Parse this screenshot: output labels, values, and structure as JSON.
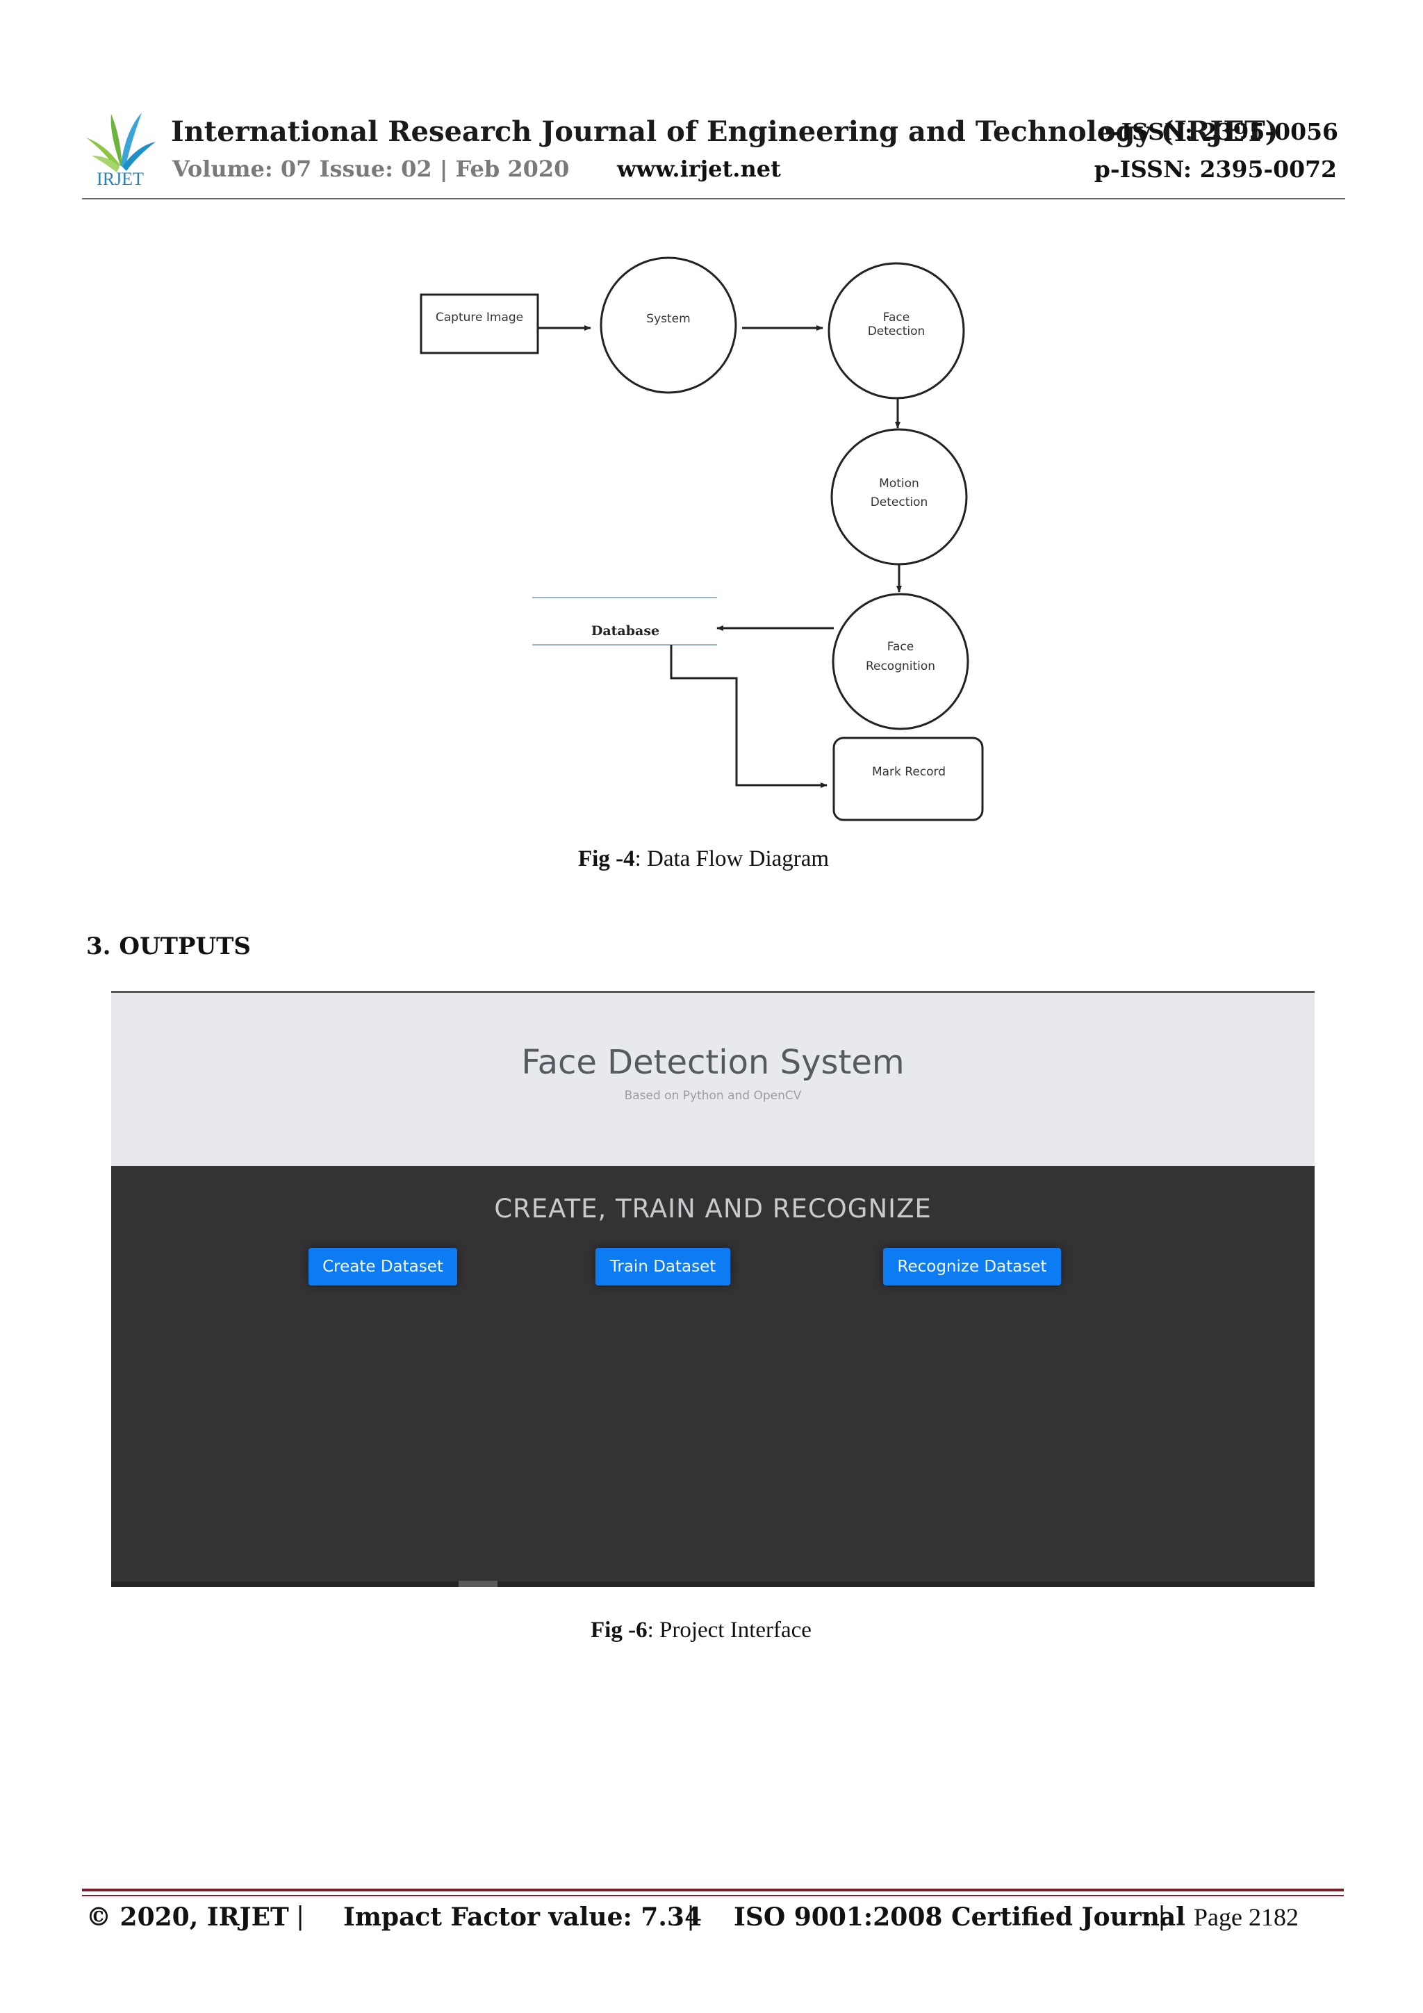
{
  "header": {
    "journal_title": "International Research Journal of Engineering and Technology (IRJET)",
    "e_issn": "e-ISSN: 2395-0056",
    "volume": "Volume: 07 Issue: 02 | Feb 2020",
    "website": "www.irjet.net",
    "p_issn": "p-ISSN: 2395-0072",
    "logo_text": "IRJET"
  },
  "diagram": {
    "capture_image": "Capture Image",
    "system": "System",
    "face_detection_1": "Face",
    "face_detection_2": "Detection",
    "motion_detection_1": "Motion",
    "motion_detection_2": "Detection",
    "face_recognition_1": "Face",
    "face_recognition_2": "Recognition",
    "database": "Database",
    "mark_record": "Mark Record"
  },
  "captions": {
    "fig4_label": "Fig -4",
    "fig4_text": ": Data Flow Diagram",
    "fig6_label": "Fig -6",
    "fig6_text": ": Project Interface"
  },
  "section": {
    "heading": "3. OUTPUTS"
  },
  "app": {
    "title": "Face Detection System",
    "subtitle": "Based on Python and OpenCV",
    "heading": "CREATE, TRAIN AND RECOGNIZE",
    "buttons": {
      "create": "Create Dataset",
      "train": "Train Dataset",
      "recognize": "Recognize Dataset"
    },
    "colors": {
      "header_bg": "#e8e9ec",
      "body_bg": "#333336",
      "button": "#0d7bf2"
    }
  },
  "footer": {
    "copyright": "© 2020, IRJET",
    "separator": "|",
    "impact": "Impact Factor value: 7.34",
    "iso": "ISO 9001:2008 Certified Journal",
    "page": "Page 2182"
  }
}
